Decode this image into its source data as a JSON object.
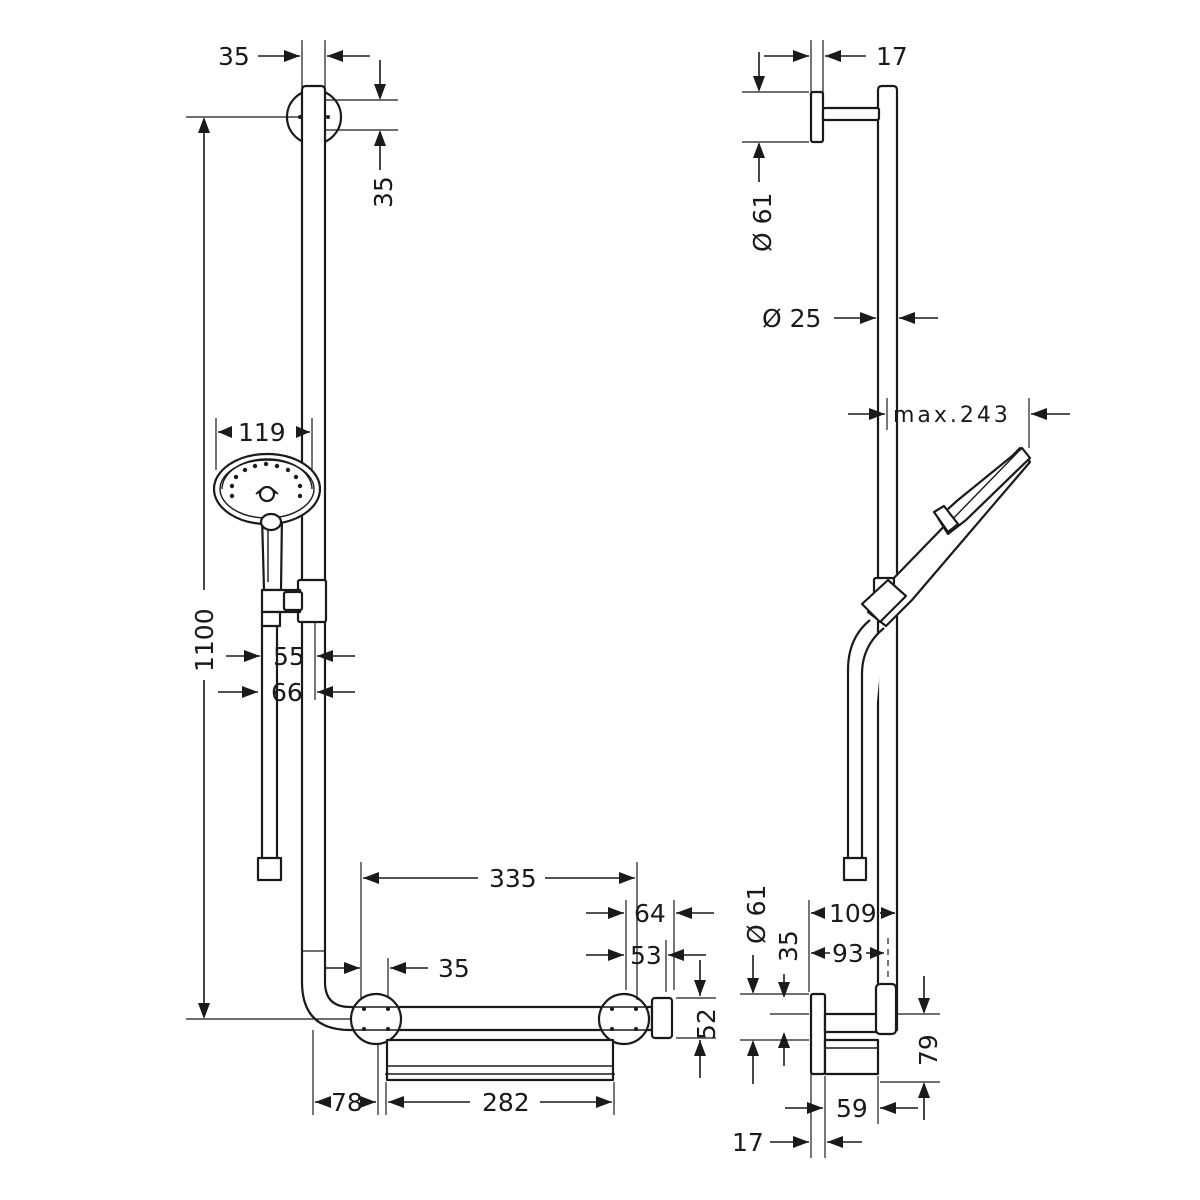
{
  "dimensions": {
    "bar_wall_mount_width": "35",
    "bar_wall_mount_offset": "35",
    "total_height": "1100",
    "showerhead_diameter": "119",
    "holder_width_1": "55",
    "holder_width_2": "66",
    "grab_bar_length": "335",
    "right_mount_offset_1": "64",
    "right_mount_offset_2": "53",
    "lower_mount_offset": "35",
    "end_cap_height": "52",
    "corner_radius_offset": "78",
    "shelf_width": "282",
    "side_wall_clearance_top": "17",
    "top_rosette_diameter": "Ø 61",
    "rail_diameter": "Ø 25",
    "max_projection": "max.243",
    "bottom_rosette_diameter": "Ø 61",
    "bottom_vertical_35": "35",
    "bottom_depth_109": "109",
    "bottom_depth_93": "93",
    "bottom_height_79": "79",
    "bottom_depth_59": "59",
    "side_wall_clearance_bottom": "17"
  }
}
